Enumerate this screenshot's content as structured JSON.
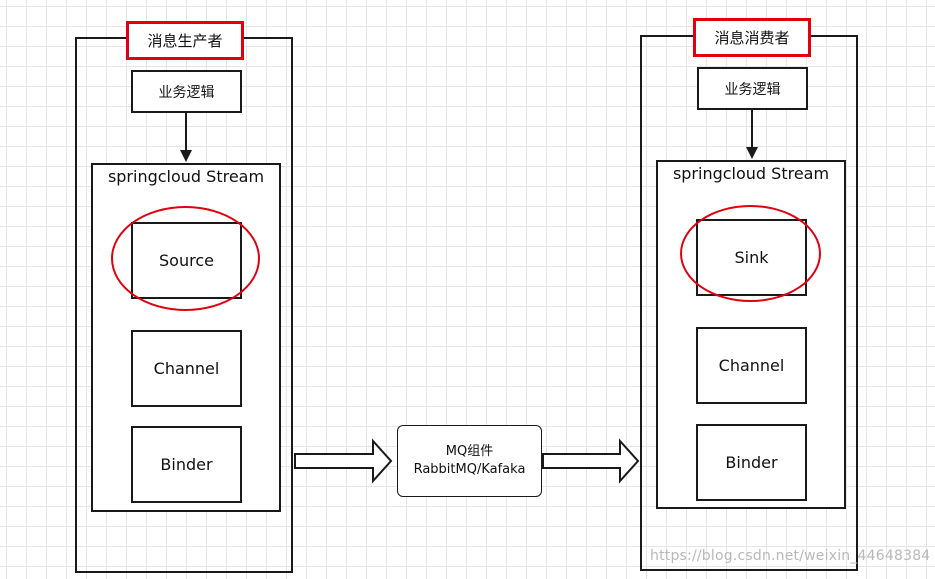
{
  "producer": {
    "title": "消息生产者",
    "business": "业务逻辑",
    "stream_title": "springcloud Stream",
    "components": [
      "Source",
      "Channel",
      "Binder"
    ]
  },
  "consumer": {
    "title": "消息消费者",
    "business": "业务逻辑",
    "stream_title": "springcloud Stream",
    "components": [
      "Sink",
      "Channel",
      "Binder"
    ]
  },
  "middleware": {
    "line1": "MQ组件",
    "line2": "RabbitMQ/Kafaka"
  },
  "watermark": "https://blog.csdn.net/weixin_44648384",
  "colors": {
    "highlight": "#e0000f",
    "stroke": "#1a1a1a",
    "grid": "#e6e6e6"
  }
}
